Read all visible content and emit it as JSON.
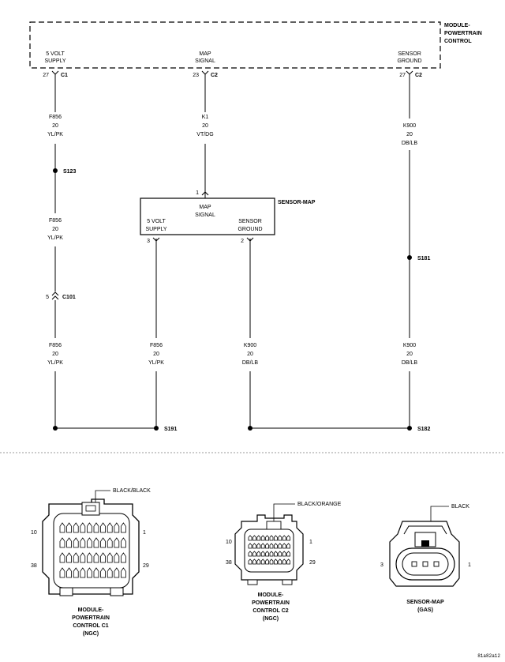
{
  "pcm": {
    "title_lines": [
      "MODULE-",
      "POWERTRAIN",
      "CONTROL"
    ],
    "pin_5v_label": [
      "5 VOLT",
      "SUPPLY"
    ],
    "pin_map_label": [
      "MAP",
      "SIGNAL"
    ],
    "pin_gnd_label": [
      "SENSOR",
      "GROUND"
    ],
    "pin_5v": "27",
    "conn_5v": "C1",
    "pin_map": "23",
    "conn_map": "C2",
    "pin_gnd": "27",
    "conn_gnd": "C2"
  },
  "wires": {
    "f856_top": [
      "F856",
      "20",
      "YL/PK"
    ],
    "k1": [
      "K1",
      "20",
      "VT/DG"
    ],
    "k900_top": [
      "K900",
      "20",
      "DB/LB"
    ],
    "f856_mid": [
      "F856",
      "20",
      "YL/PK"
    ],
    "f856_bot_left": [
      "F856",
      "20",
      "YL/PK"
    ],
    "f856_bot_sensor": [
      "F856",
      "20",
      "YL/PK"
    ],
    "k900_bot_sensor": [
      "K900",
      "20",
      "DB/LB"
    ],
    "k900_bot_right": [
      "K900",
      "20",
      "DB/LB"
    ]
  },
  "splices": {
    "s123": "S123",
    "s181": "S181",
    "s191": "S191",
    "s182": "S182"
  },
  "inline_connector": {
    "pin": "5",
    "name": "C101"
  },
  "sensor_map": {
    "title": "SENSOR-MAP",
    "signal_label": [
      "MAP",
      "SIGNAL"
    ],
    "supply_label": [
      "5 VOLT",
      "SUPPLY"
    ],
    "ground_label": [
      "SENSOR",
      "GROUND"
    ],
    "pin_signal": "1",
    "pin_supply": "3",
    "pin_ground": "2"
  },
  "connector_views": {
    "c1": {
      "callout": "BLACK/BLACK",
      "pins_tl": "10",
      "pins_tr": "1",
      "pins_bl": "38",
      "pins_br": "29",
      "caption": [
        "MODULE-",
        "POWERTRAIN",
        "CONTROL C1",
        "(NGC)"
      ]
    },
    "c2": {
      "callout": "BLACK/ORANGE",
      "pins_tl": "10",
      "pins_tr": "1",
      "pins_bl": "38",
      "pins_br": "29",
      "caption": [
        "MODULE-",
        "POWERTRAIN",
        "CONTROL C2",
        "(NGC)"
      ]
    },
    "map": {
      "callout": "BLACK",
      "pin_left": "3",
      "pin_right": "1",
      "caption": [
        "SENSOR-MAP",
        "(GAS)"
      ]
    }
  },
  "figure_id": "81a82a12"
}
